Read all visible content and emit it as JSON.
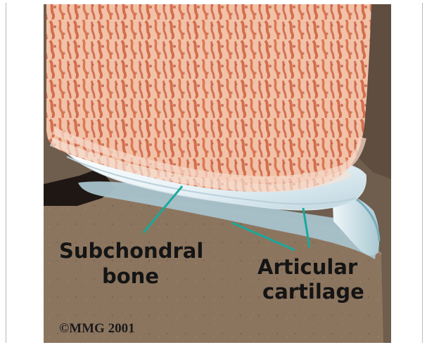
{
  "labels": {
    "subchondral": [
      "Subchondral",
      "bone"
    ],
    "articular": [
      "Articular",
      "cartilage"
    ],
    "copyright": "©MMG 2001"
  },
  "colors": {
    "pointer": "#1aa99b",
    "lower_bone": "#8a735d",
    "cartilage": "#e9f2f6",
    "marrow": "#d86d47",
    "marrow_light": "#f2c7ad"
  }
}
